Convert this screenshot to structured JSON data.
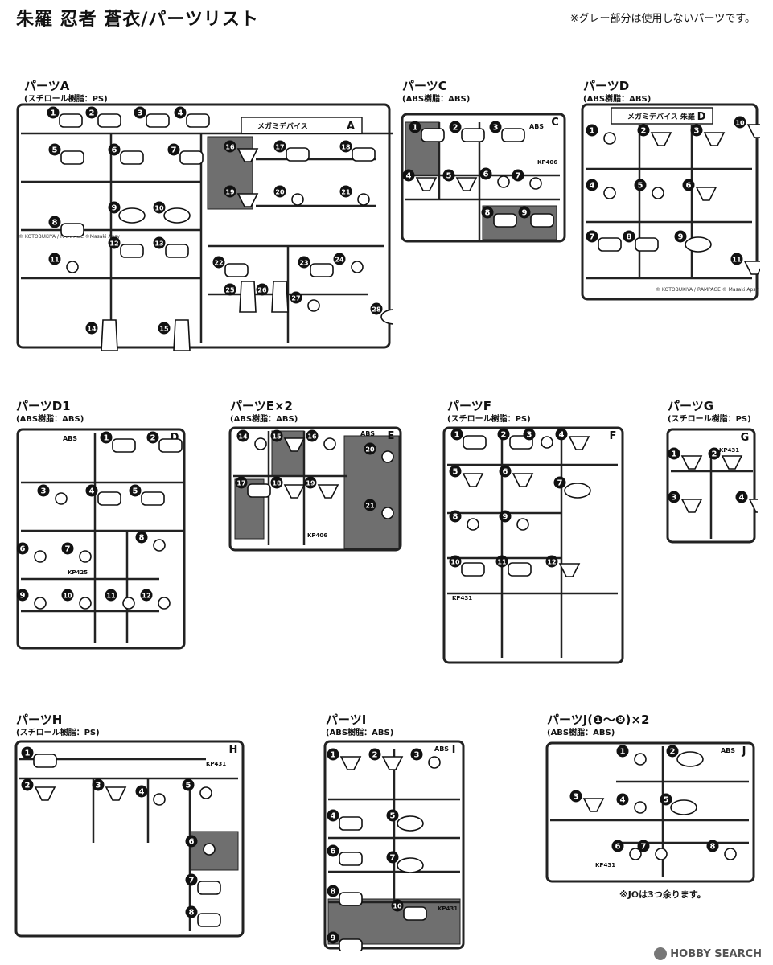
{
  "header": {
    "title": "朱羅 忍者 蒼衣/パーツリスト",
    "note": "※グレー部分は使用しないパーツです。"
  },
  "sheets": [
    {
      "key": "A",
      "title": "パーツA",
      "material": "(スチロール樹脂：PS)",
      "tag_left": "メガミデバイス",
      "tag_right": "A",
      "copyright": "© KOTOBUKIYA / RAMPAGE ©Masaki Apsy",
      "parts": [
        "1",
        "2",
        "3",
        "4",
        "5",
        "6",
        "7",
        "8",
        "9",
        "10",
        "11",
        "12",
        "13",
        "14",
        "15",
        "16",
        "17",
        "18",
        "19",
        "20",
        "21",
        "22",
        "23",
        "24",
        "25",
        "26",
        "27",
        "28"
      ]
    },
    {
      "key": "C",
      "title": "パーツC",
      "material": "(ABS樹脂：ABS)",
      "tag_right": "C",
      "abs": "ABS",
      "kp": "KP406",
      "parts": [
        "1",
        "2",
        "3",
        "4",
        "5",
        "6",
        "7",
        "8",
        "9"
      ]
    },
    {
      "key": "D",
      "title": "パーツD",
      "material": "(ABS樹脂：ABS)",
      "tag_left": "メガミデバイス 朱羅",
      "tag_right": "D",
      "copyright": "© KOTOBUKIYA / RAMPAGE © Masaki Apsy",
      "parts": [
        "1",
        "2",
        "3",
        "4",
        "5",
        "6",
        "7",
        "8",
        "9",
        "10",
        "11"
      ]
    },
    {
      "key": "D1",
      "title": "パーツD1",
      "material": "(ABS樹脂：ABS)",
      "tag_right": "D",
      "abs": "ABS",
      "kp": "KP425",
      "parts": [
        "1",
        "2",
        "3",
        "4",
        "5",
        "6",
        "7",
        "8",
        "9",
        "10",
        "11",
        "12"
      ]
    },
    {
      "key": "E",
      "title": "パーツE×2",
      "material": "(ABS樹脂：ABS)",
      "tag_right": "E",
      "abs": "ABS",
      "kp": "KP406",
      "parts": [
        "14",
        "15",
        "16",
        "17",
        "18",
        "19",
        "20",
        "21"
      ]
    },
    {
      "key": "F",
      "title": "パーツF",
      "material": "(スチロール樹脂：PS)",
      "tag_right": "F",
      "kp": "KP431",
      "parts": [
        "1",
        "2",
        "3",
        "4",
        "5",
        "6",
        "7",
        "8",
        "9",
        "10",
        "11",
        "12"
      ]
    },
    {
      "key": "G",
      "title": "パーツG",
      "material": "(スチロール樹脂：PS)",
      "tag_right": "G",
      "kp": "KP431",
      "parts": [
        "1",
        "2",
        "3",
        "4"
      ]
    },
    {
      "key": "H",
      "title": "パーツH",
      "material": "(スチロール樹脂：PS)",
      "tag_right": "H",
      "kp": "KP431",
      "parts": [
        "1",
        "2",
        "3",
        "4",
        "5",
        "6",
        "7",
        "8"
      ]
    },
    {
      "key": "I",
      "title": "パーツI",
      "material": "(ABS樹脂：ABS)",
      "tag_right": "I",
      "abs": "ABS",
      "kp": "KP431",
      "parts": [
        "1",
        "2",
        "3",
        "4",
        "5",
        "6",
        "7",
        "8",
        "9",
        "10"
      ]
    },
    {
      "key": "J",
      "title": "パーツJ(❶〜❽)×2",
      "material": "(ABS樹脂：ABS)",
      "tag_right": "J",
      "abs": "ABS",
      "kp": "KP431",
      "parts": [
        "1",
        "2",
        "3",
        "4",
        "5",
        "6",
        "7",
        "8"
      ]
    }
  ],
  "j_note": "※J❽は3つ余ります。",
  "watermark": "HOBBY SEARCH",
  "colors": {
    "ink": "#111111",
    "gray_fill": "#6f6f6f",
    "runner": "#222222"
  }
}
